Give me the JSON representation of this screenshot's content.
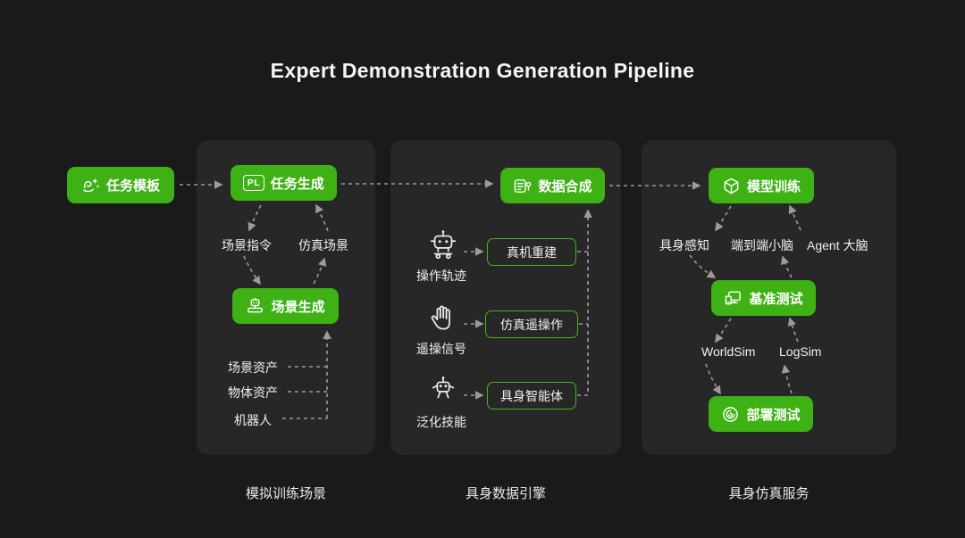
{
  "title": "Expert Demonstration Generation Pipeline",
  "colors": {
    "background": "#1a1a1a",
    "panel": "#272727",
    "green": "#3eb114",
    "outline_green": "#45b818",
    "dashed_line": "#9b9b9b",
    "text": "#f2f2f2"
  },
  "start": {
    "label": "任务模板"
  },
  "panel1": {
    "caption": "模拟训练场景",
    "task_generation": "任务生成",
    "pl_badge": "PL",
    "scene_command": "场景指令",
    "sim_scene": "仿真场景",
    "scene_generation": "场景生成",
    "assets": [
      "场景资产",
      "物体资产",
      "机器人"
    ]
  },
  "panel2": {
    "caption": "具身数据引擎",
    "data_synthesis": "数据合成",
    "rows": [
      {
        "source": "操作轨迹",
        "target": "真机重建"
      },
      {
        "source": "遥操信号",
        "target": "仿真遥操作"
      },
      {
        "source": "泛化技能",
        "target": "具身智能体"
      }
    ]
  },
  "panel3": {
    "caption": "具身仿真服务",
    "model_training": "模型训练",
    "brain_labels": [
      "具身感知",
      "端到端小脑",
      "Agent 大脑"
    ],
    "benchmark_test": "基准测试",
    "sim_labels": [
      "WorldSim",
      "LogSim"
    ],
    "deploy_test": "部署测试"
  }
}
